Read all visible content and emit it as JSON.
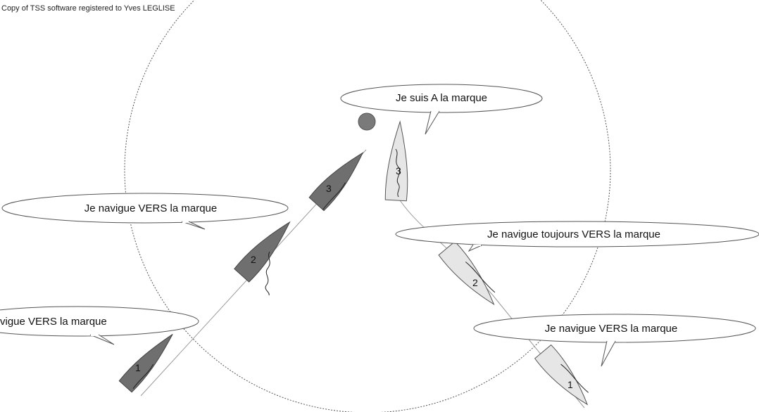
{
  "copyright": "Copy of TSS software registered to Yves LEGLISE",
  "colors": {
    "dark_boat": "#6f6f6f",
    "light_boat": "#e6e6e6",
    "mark": "#7a7a7a",
    "outline": "#444444",
    "zone_circle": "#555555"
  },
  "bubbles": {
    "dark_top": "Je navigue VERS la marque",
    "dark_bottom": "vigue VERS la marque",
    "light_top": "Je suis A la marque",
    "light_middle": "Je navigue toujours VERS la marque",
    "light_bottom": "Je navigue VERS la marque"
  },
  "boats": {
    "dark": [
      "1",
      "2",
      "3"
    ],
    "light": [
      "1",
      "2",
      "3"
    ]
  }
}
